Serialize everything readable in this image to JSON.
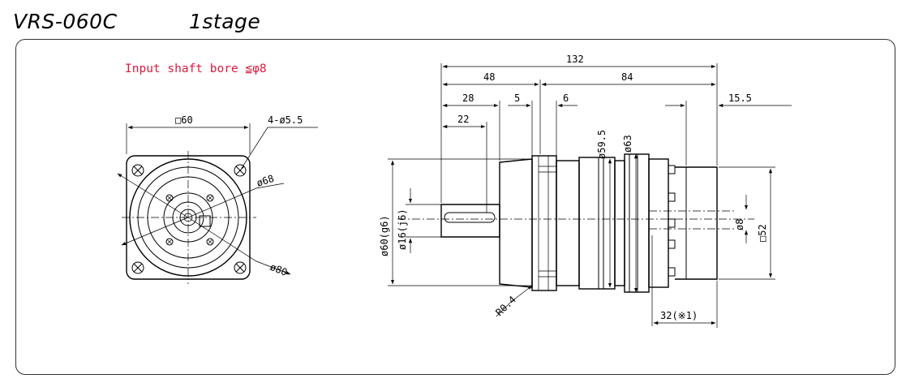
{
  "header": {
    "model": "VRS-060C",
    "stage": "1stage"
  },
  "note": {
    "text": "Input shaft bore  ≦φ8"
  },
  "front_view": {
    "dims": {
      "square": "□60",
      "holes": "4-ø5.5",
      "pcd": "ø68",
      "diag": "ø80"
    }
  },
  "side_view": {
    "dims": {
      "total": "132",
      "front": "48",
      "rear": "84",
      "shaft": "28",
      "flange": "5",
      "gap": "6",
      "key": "22",
      "right": "15.5",
      "d_body1": "ø59.5",
      "d_body2": "ø63",
      "pilot": "ø60(g6)",
      "shaft_d": "ø16(j6)",
      "bore": "ø8",
      "sq52": "□52",
      "r04": "R0.4",
      "len32": "32(※1)"
    }
  }
}
